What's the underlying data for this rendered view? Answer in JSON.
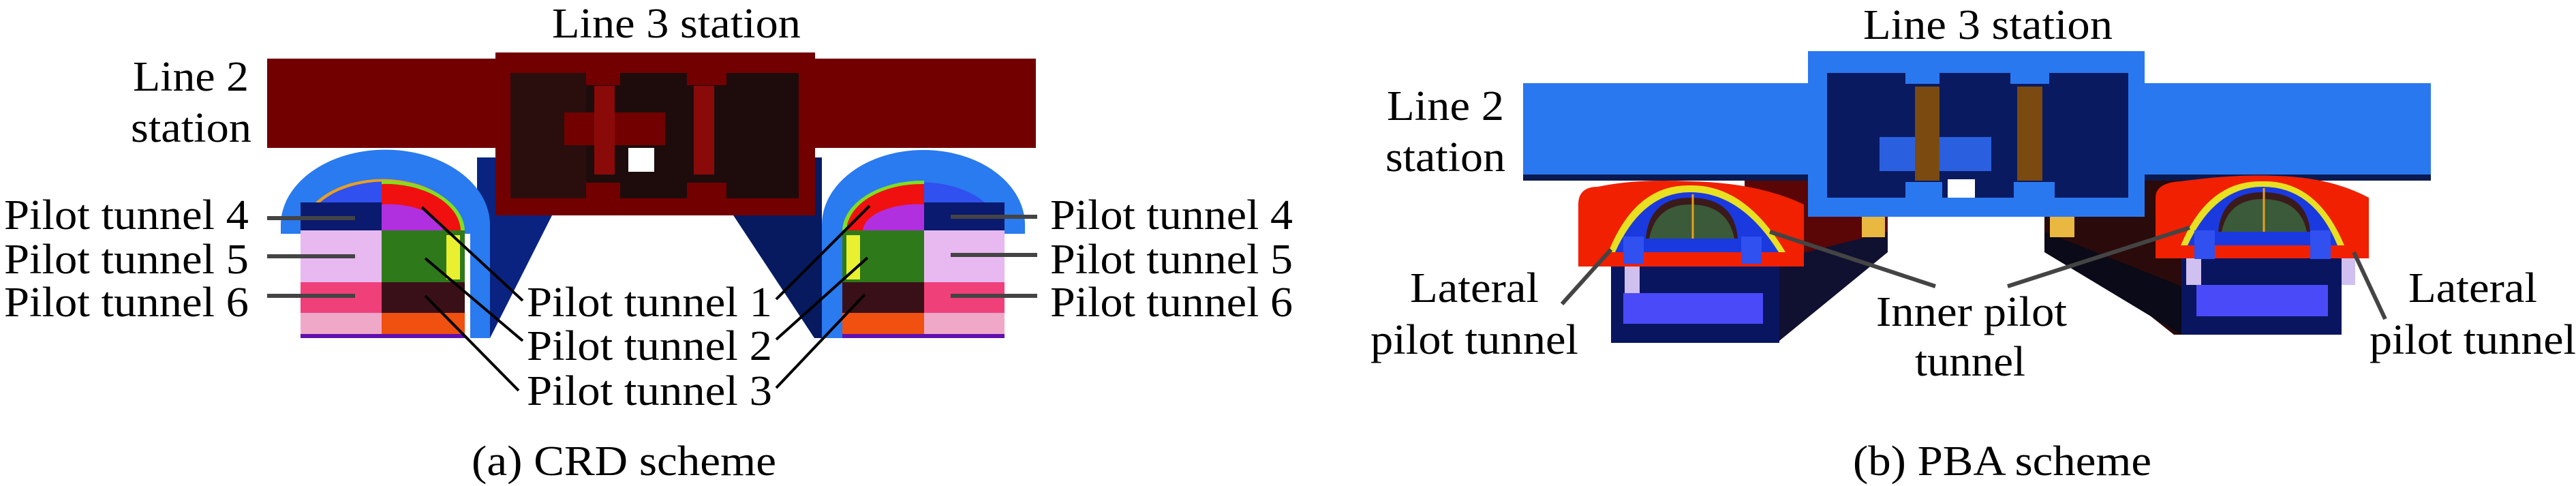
{
  "panels": {
    "crd": {
      "caption": "(a) CRD scheme",
      "line3_label": "Line 3 station",
      "line2_label_1": "Line 2",
      "line2_label_2": "station",
      "left_labels": [
        "Pilot tunnel 4",
        "Pilot tunnel 5",
        "Pilot tunnel 6"
      ],
      "center_labels": [
        "Pilot tunnel 1",
        "Pilot tunnel 2",
        "Pilot tunnel 3"
      ],
      "right_labels": [
        "Pilot tunnel 4",
        "Pilot tunnel 5",
        "Pilot tunnel 6"
      ]
    },
    "pba": {
      "caption": "(b) PBA scheme",
      "line3_label": "Line 3 station",
      "line2_label_1": "Line 2",
      "line2_label_2": "station",
      "lateral_left_1": "Lateral",
      "lateral_left_2": "pilot tunnel",
      "inner_1": "Inner pilot",
      "inner_2": "tunnel",
      "lateral_right_1": "Lateral",
      "lateral_right_2": "pilot tunnel"
    }
  },
  "colors": {
    "crd_station": "#720000",
    "pba_station": "#2a78f0",
    "tunnel_blue": "#2a7af0",
    "tunnel_dark": "#0a1f7a"
  }
}
